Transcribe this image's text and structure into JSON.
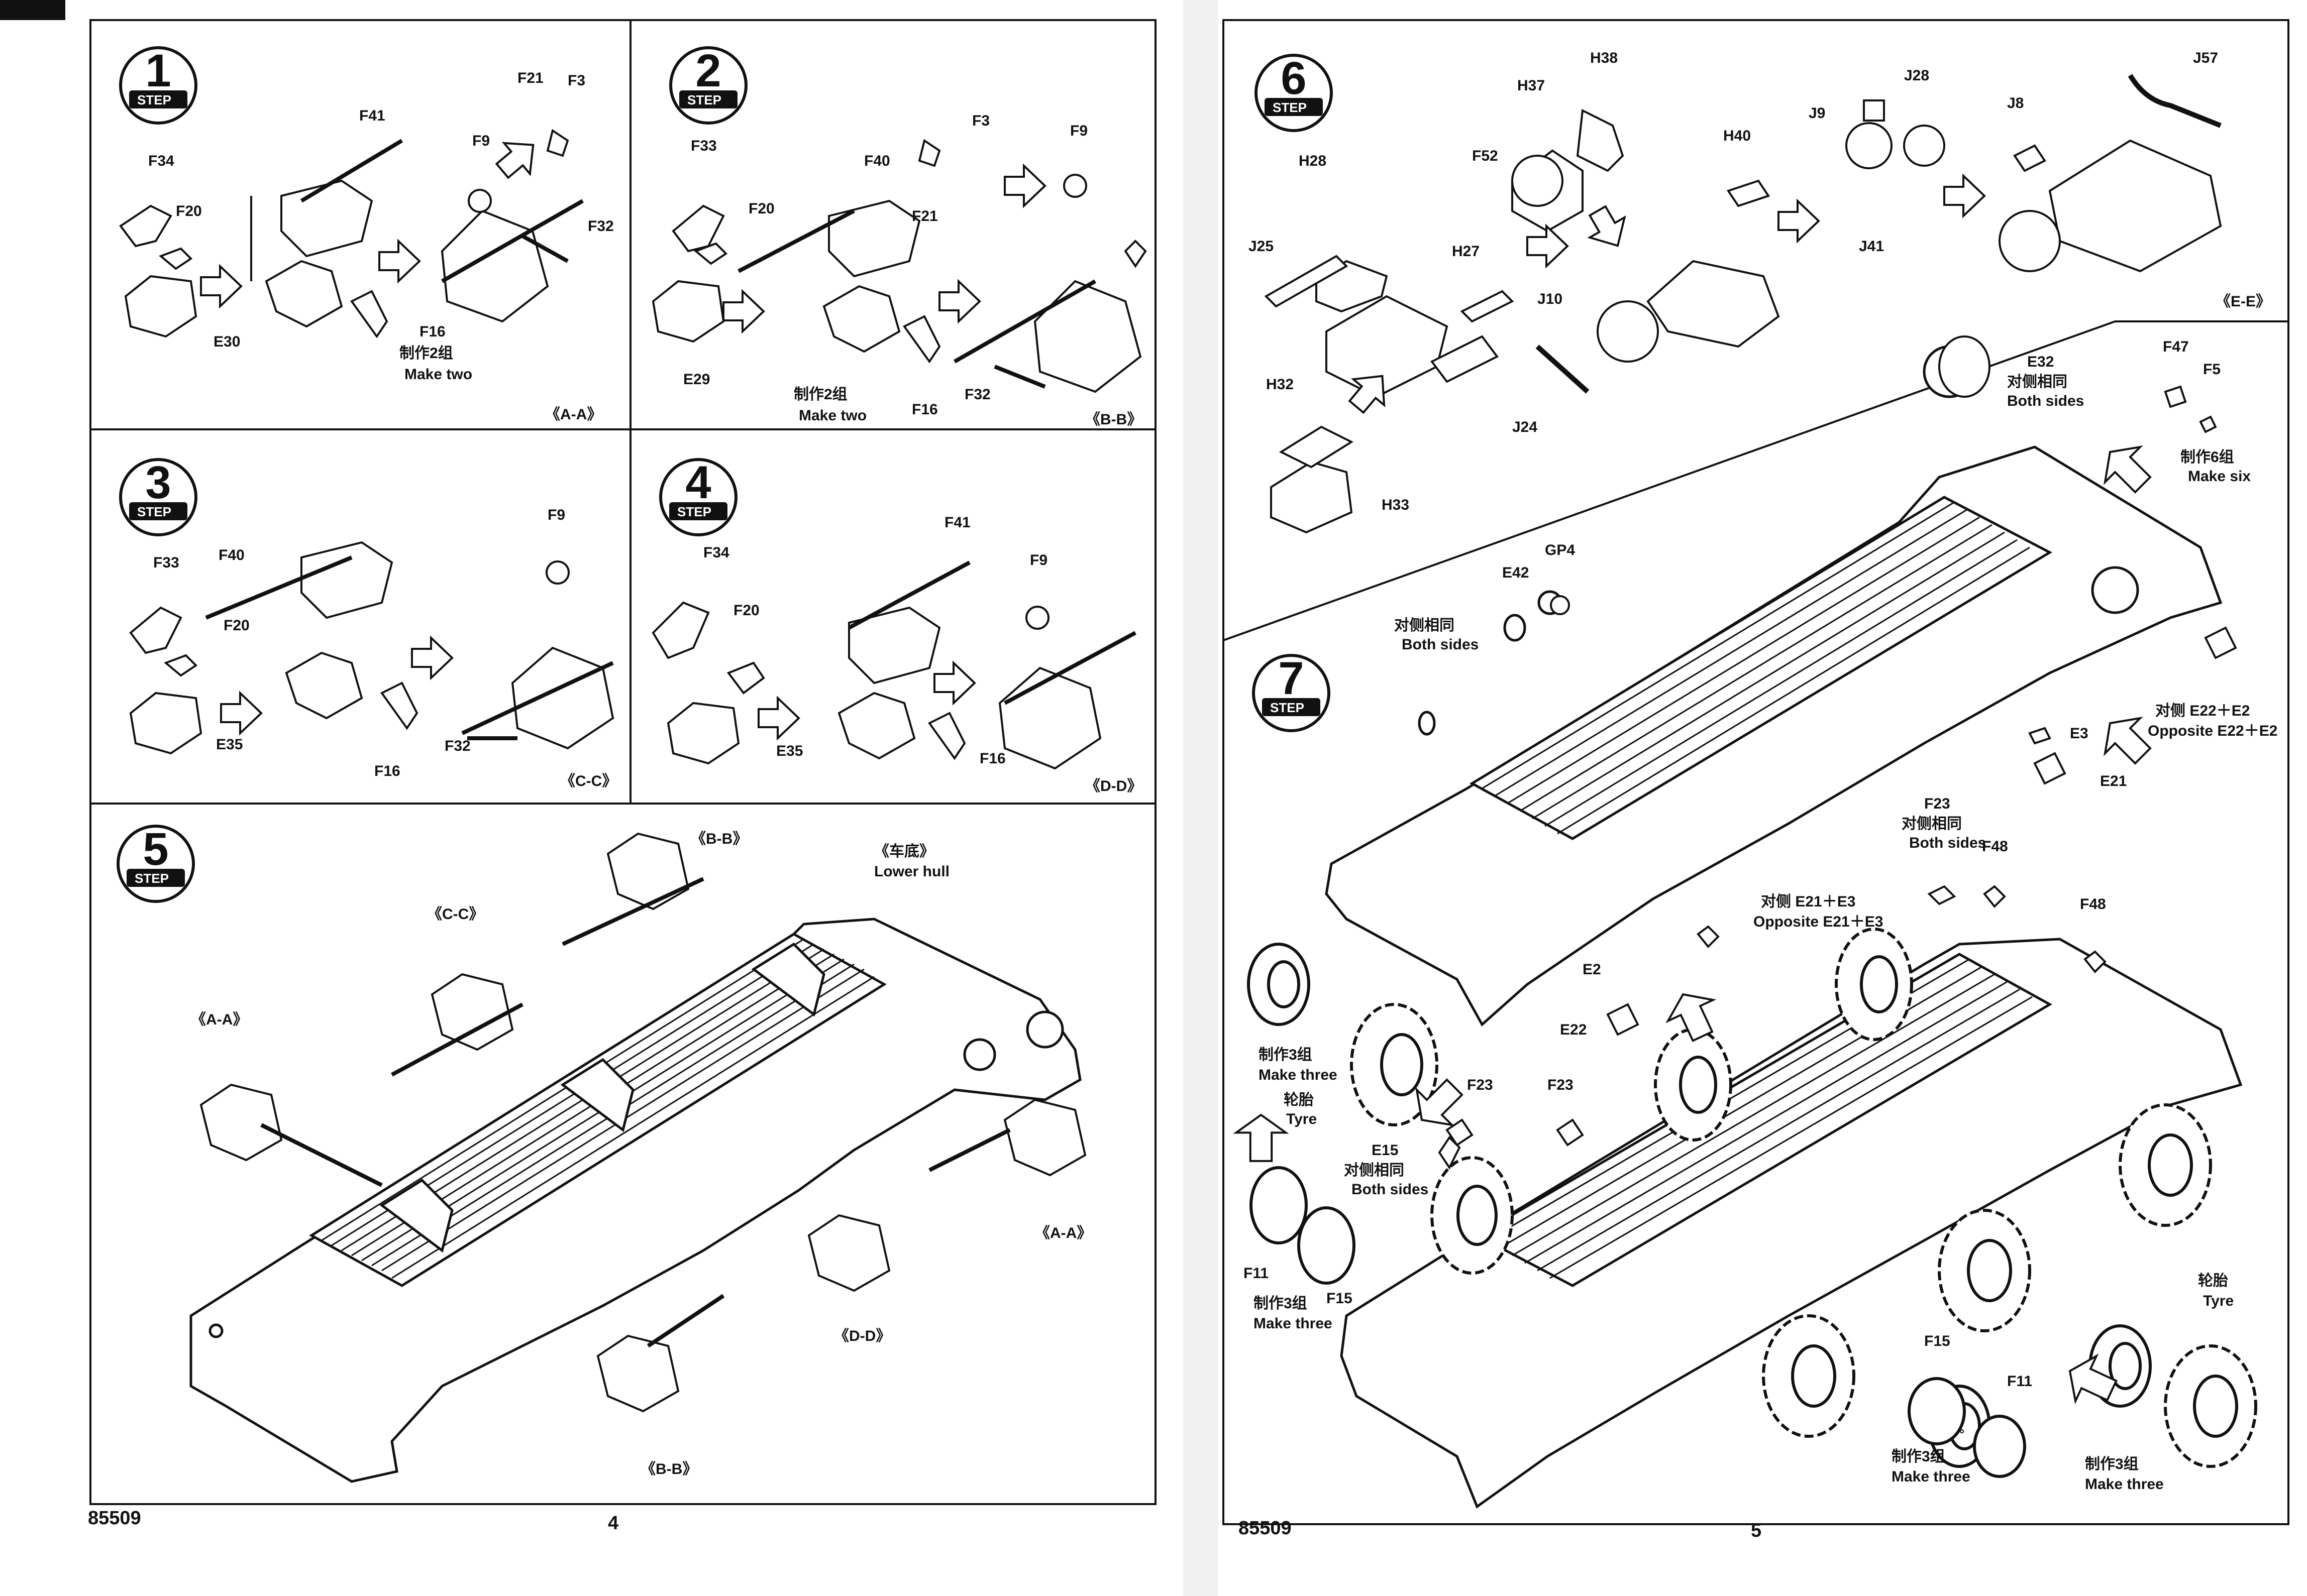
{
  "left_page": {
    "page_number": "4",
    "product_code": "85509",
    "steps": {
      "s1": {
        "number": "1",
        "step_word": "STEP",
        "view": "《A-A》",
        "parts": {
          "F41": "F41",
          "F34": "F34",
          "F20": "F20",
          "E30": "E30",
          "F21": "F21",
          "F3": "F3",
          "F9": "F9",
          "F32": "F32",
          "F16": "F16"
        },
        "note_cn": "制作2组",
        "note_en": "Make two"
      },
      "s2": {
        "number": "2",
        "step_word": "STEP",
        "view": "《B-B》",
        "parts": {
          "F33": "F33",
          "F40": "F40",
          "F20": "F20",
          "E29": "E29",
          "F21": "F21",
          "F3": "F3",
          "F9": "F9",
          "F32": "F32",
          "F16": "F16"
        },
        "note_cn": "制作2组",
        "note_en": "Make two"
      },
      "s3": {
        "number": "3",
        "step_word": "STEP",
        "view": "《C-C》",
        "parts": {
          "F33": "F33",
          "F40": "F40",
          "F20": "F20",
          "E35": "E35",
          "F9": "F9",
          "F32": "F32",
          "F16": "F16"
        }
      },
      "s4": {
        "number": "4",
        "step_word": "STEP",
        "view": "《D-D》",
        "parts": {
          "F34": "F34",
          "F41": "F41",
          "F20": "F20",
          "E35": "E35",
          "F9": "F9",
          "F16": "F16"
        }
      },
      "s5": {
        "number": "5",
        "step_word": "STEP",
        "views": {
          "bb_top": "《B-B》",
          "cc": "《C-C》",
          "aa_left": "《A-A》",
          "aa_right": "《A-A》",
          "dd": "《D-D》",
          "bb_bottom": "《B-B》"
        },
        "hull_cn": "《车底》",
        "hull_en": "Lower hull"
      }
    }
  },
  "right_page": {
    "page_number": "5",
    "product_code": "85509",
    "steps": {
      "s6": {
        "number": "6",
        "step_word": "STEP",
        "view": "《E-E》",
        "parts": {
          "H38": "H38",
          "H37": "H37",
          "F52": "F52",
          "H28": "H28",
          "J25": "J25",
          "H27": "H27",
          "J10": "J10",
          "J24": "J24",
          "H32": "H32",
          "H33": "H33",
          "H40": "H40",
          "J9": "J9",
          "J28": "J28",
          "J41": "J41",
          "J8": "J8",
          "J57": "J57"
        }
      },
      "s7": {
        "number": "7",
        "step_word": "STEP",
        "parts": {
          "E32": "E32",
          "F47": "F47",
          "F5": "F5",
          "GP4": "GP4",
          "E42": "E42",
          "E3": "E3",
          "E21": "E21",
          "F23a": "F23",
          "F48a": "F48",
          "F48b": "F48",
          "E2": "E2",
          "E22": "E22",
          "F23b": "F23",
          "F23c": "F23",
          "E15": "E15",
          "F11a": "F11",
          "F15a": "F15",
          "F15b": "F15",
          "F11b": "F11"
        },
        "both_sides_cn": "对侧相同",
        "both_sides_en": "Both sides",
        "make_six_cn": "制作6组",
        "make_six_en": "Make six",
        "make_three_cn": "制作3组",
        "make_three_en": "Make three",
        "opp_e22_cn": "对侧 E22＋E2",
        "opp_e22_en": "Opposite E22＋E2",
        "opp_e21_cn": "对侧 E21＋E3",
        "opp_e21_en": "Opposite E21＋E3",
        "tyre_cn": "轮胎",
        "tyre_en": "Tyre"
      }
    }
  }
}
